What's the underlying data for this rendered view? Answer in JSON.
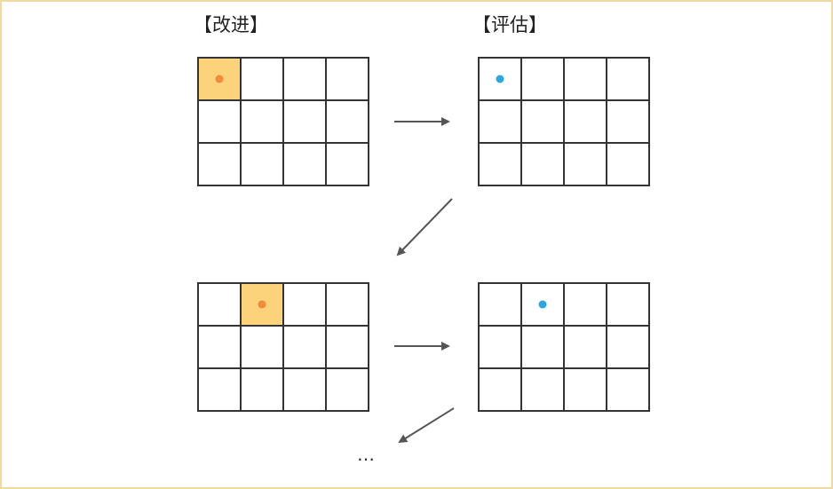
{
  "labels": {
    "improve": "【改进】",
    "evaluate": "【评估】"
  },
  "ellipsis": "…",
  "colors": {
    "highlight": "#fcd27a",
    "improve_dot": "#f28a3a",
    "evaluate_dot": "#2aa7e0",
    "line": "#333333",
    "frame": "#f3d9a0"
  },
  "grids": [
    {
      "role": "improve",
      "rows": 3,
      "cols": 4,
      "highlight_cell": [
        0,
        0
      ],
      "dot_cell": [
        0,
        0
      ],
      "dot_color": "orange"
    },
    {
      "role": "evaluate",
      "rows": 3,
      "cols": 4,
      "highlight_cell": null,
      "dot_cell": [
        0,
        0
      ],
      "dot_color": "blue"
    },
    {
      "role": "improve",
      "rows": 3,
      "cols": 4,
      "highlight_cell": [
        0,
        1
      ],
      "dot_cell": [
        0,
        1
      ],
      "dot_color": "orange"
    },
    {
      "role": "evaluate",
      "rows": 3,
      "cols": 4,
      "highlight_cell": null,
      "dot_cell": [
        0,
        1
      ],
      "dot_color": "blue"
    }
  ]
}
